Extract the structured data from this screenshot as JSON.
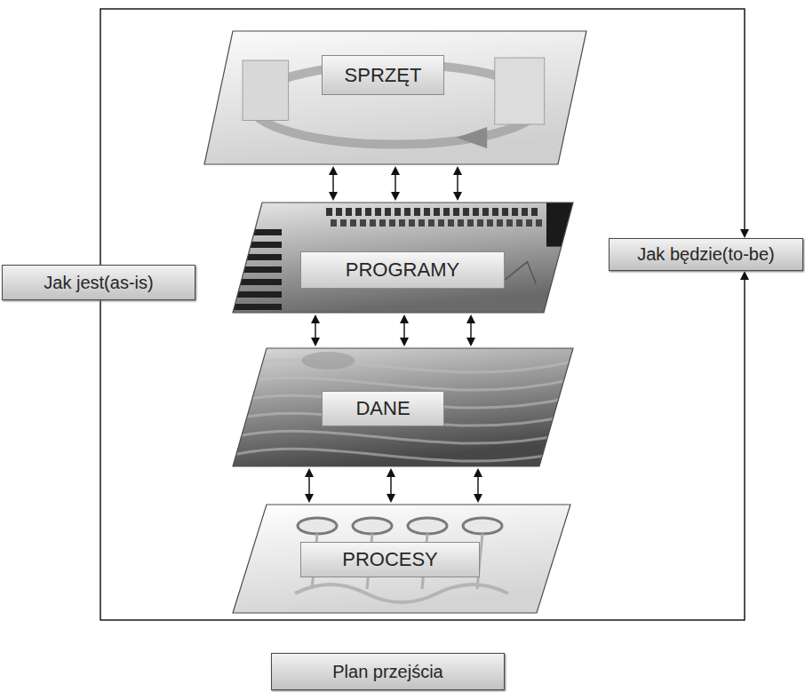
{
  "diagram": {
    "nodes": [
      {
        "text": [
          "SPRZĘT"
        ]
      },
      {
        "text": [
          "PROGRAMY"
        ]
      },
      {
        "text": [
          "DANE"
        ]
      },
      {
        "text": [
          "PROCESY"
        ]
      },
      {
        "text": [
          "Jak jest(as-is)"
        ]
      },
      {
        "text": [
          "Jak będzie(to-be)"
        ]
      },
      {
        "text": [
          "Plan przejścia"
        ]
      }
    ],
    "edges": [
      {
        "from": 0,
        "to": 1,
        "arrow": "both"
      },
      {
        "from": 0,
        "to": 1,
        "arrow": "both"
      },
      {
        "from": 0,
        "to": 1,
        "arrow": "both"
      },
      {
        "from": 1,
        "to": 2,
        "arrow": "both"
      },
      {
        "from": 1,
        "to": 2,
        "arrow": "both"
      },
      {
        "from": 1,
        "to": 2,
        "arrow": "both"
      },
      {
        "from": 2,
        "to": 3,
        "arrow": "both"
      },
      {
        "from": 2,
        "to": 3,
        "arrow": "both"
      },
      {
        "from": 2,
        "to": 3,
        "arrow": "both"
      },
      {
        "from": 4,
        "to": 5,
        "arrow": "to"
      },
      {
        "from": 4,
        "to": 5,
        "arrow": "to"
      }
    ]
  }
}
